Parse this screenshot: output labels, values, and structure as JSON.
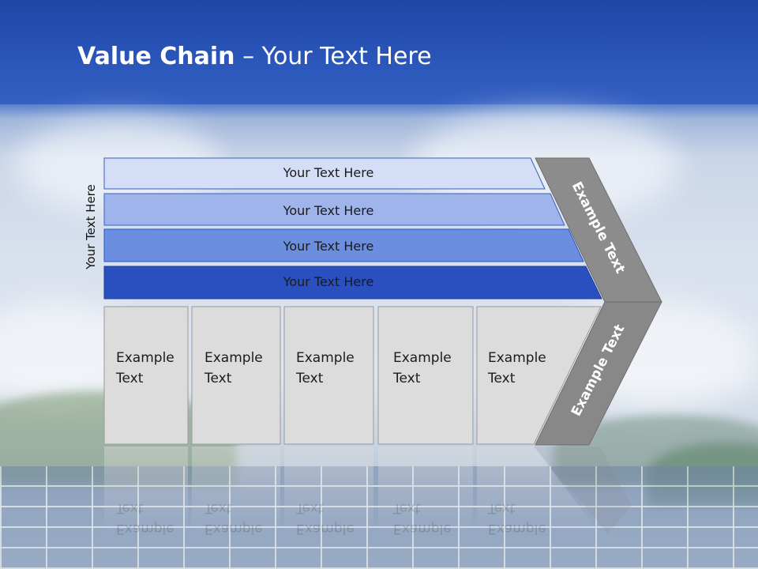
{
  "title": {
    "bold": "Value Chain",
    "rest": "– Your Text Here"
  },
  "side_label": "Your Text Here",
  "rows": [
    {
      "label": "Your Text Here",
      "color": "#d4def6"
    },
    {
      "label": "Your Text Here",
      "color": "#9fb4ea"
    },
    {
      "label": "Your Text Here",
      "color": "#6b8ee0"
    },
    {
      "label": "Your Text Here",
      "color": "#2a4fbf"
    }
  ],
  "boxes": [
    {
      "line1": "Example",
      "line2": "Text"
    },
    {
      "line1": "Example",
      "line2": "Text"
    },
    {
      "line1": "Example",
      "line2": "Text"
    },
    {
      "line1": "Example",
      "line2": "Text"
    },
    {
      "line1": "Example",
      "line2": "Text"
    }
  ],
  "chevron": {
    "upper": "Example Text",
    "lower": "Example Text",
    "upper_color": "#8c8c8c",
    "lower_color": "#8a8a8a"
  },
  "colors": {
    "title_bar": "#2a54b8",
    "box_fill": "#dcdcdc"
  }
}
